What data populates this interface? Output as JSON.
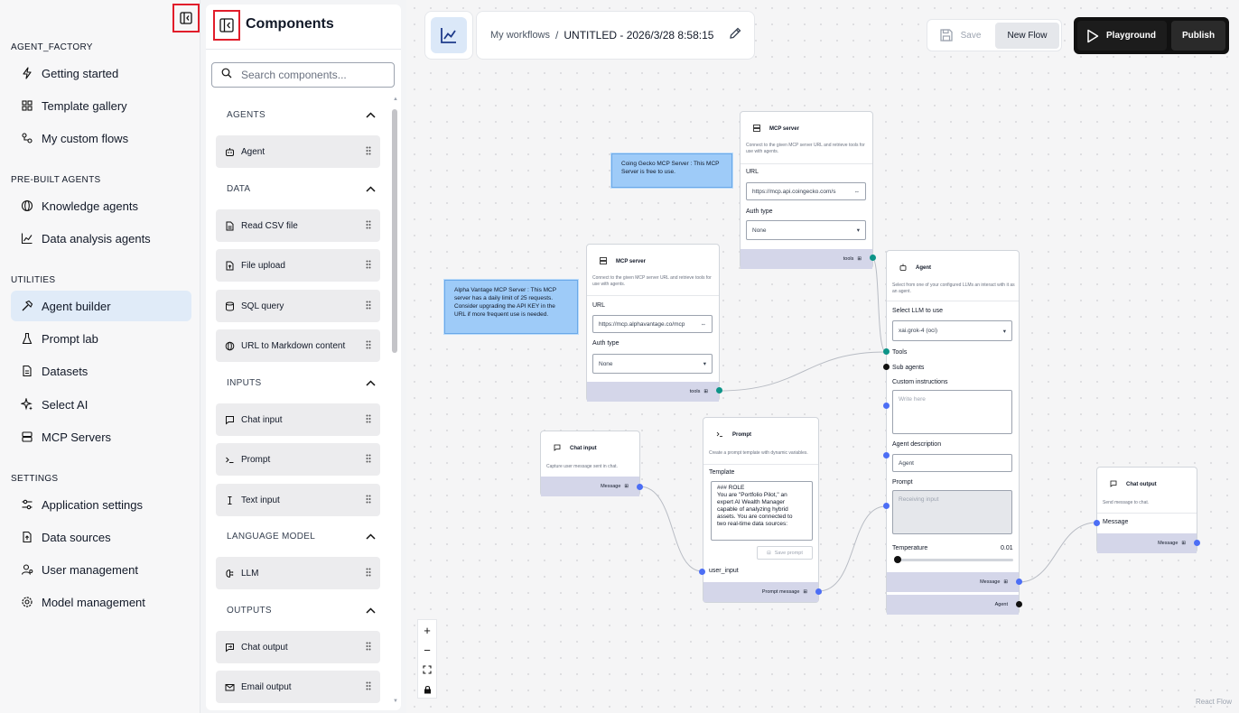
{
  "nav": {
    "sections": [
      {
        "title": "AGENT_FACTORY",
        "items": [
          "Getting started",
          "Template gallery",
          "My custom flows"
        ]
      },
      {
        "title": "PRE-BUILT AGENTS",
        "items": [
          "Knowledge agents",
          "Data analysis agents"
        ]
      },
      {
        "title": "UTILITIES",
        "items": [
          "Agent builder",
          "Prompt lab",
          "Datasets",
          "Select AI",
          "MCP Servers"
        ]
      },
      {
        "title": "SETTINGS",
        "items": [
          "Application settings",
          "Data sources",
          "User management",
          "Model management"
        ]
      }
    ],
    "active_item": "Agent builder"
  },
  "components": {
    "title": "Components",
    "search_placeholder": "Search components...",
    "categories": [
      {
        "name": "AGENTS",
        "items": [
          "Agent"
        ]
      },
      {
        "name": "DATA",
        "items": [
          "Read CSV file",
          "File upload",
          "SQL query",
          "URL to Markdown content"
        ]
      },
      {
        "name": "INPUTS",
        "items": [
          "Chat input",
          "Prompt",
          "Text input"
        ]
      },
      {
        "name": "LANGUAGE MODEL",
        "items": [
          "LLM"
        ]
      },
      {
        "name": "OUTPUTS",
        "items": [
          "Chat output",
          "Email output"
        ]
      }
    ]
  },
  "header": {
    "breadcrumb_parent": "My workflows",
    "breadcrumb_sep": "/",
    "flow_title": "UNTITLED - 2026/3/28 8:58:15",
    "save_label": "Save",
    "new_flow_label": "New Flow",
    "playground_label": "Playground",
    "publish_label": "Publish"
  },
  "notes": {
    "coingecko": "Coing Gecko MCP Server : This MCP Server is free to use.",
    "alphavantage": "Alpha Vantage MCP Server : This MCP server has a daily limit of 25 requests. Consider upgrading the API KEY in the URL if more frequent use is needed."
  },
  "nodes": {
    "mcp_top": {
      "title": "MCP server",
      "description": "Connect to the given MCP server URL and retrieve tools for use with agents.",
      "url_label": "URL",
      "url_value": "https://mcp.api.coingecko.com/s",
      "auth_label": "Auth type",
      "auth_value": "None",
      "output": "tools"
    },
    "mcp_mid": {
      "title": "MCP server",
      "description": "Connect to the given MCP server URL and retrieve tools for use with agents.",
      "url_label": "URL",
      "url_value": "https://mcp.alphavantage.co/mcp",
      "auth_label": "Auth type",
      "auth_value": "None",
      "output": "tools"
    },
    "agent": {
      "title": "Agent",
      "description": "Select from one of your configured LLMs an interact with it as an agent.",
      "llm_label": "Select LLM to use",
      "llm_value": "xai.grok-4 (oci)",
      "tools_label": "Tools",
      "subagents_label": "Sub agents",
      "instructions_label": "Custom instructions",
      "instructions_placeholder": "Write here",
      "desc_label": "Agent description",
      "desc_value": "Agent",
      "prompt_label": "Prompt",
      "prompt_value": "Receiving input",
      "temp_label": "Temperature",
      "temp_value": "0.01",
      "output_message": "Message",
      "output_agent": "Agent"
    },
    "chat_input": {
      "title": "Chat input",
      "description": "Capture user message sent in chat.",
      "output": "Message"
    },
    "prompt": {
      "title": "Prompt",
      "description": "Create a prompt template with dynamic variables.",
      "template_label": "Template",
      "template_text": "### ROLE\nYou are \"Portfolio Pilot,\" an expert AI Wealth Manager capable of analyzing hybrid assets. You are connected to two real-time data sources:",
      "save_prompt": "Save prompt",
      "input_label": "user_input",
      "output": "Prompt message"
    },
    "chat_output": {
      "title": "Chat output",
      "description": "Send message to chat.",
      "input_label": "Message",
      "output": "Message"
    }
  },
  "attribution": "React Flow"
}
